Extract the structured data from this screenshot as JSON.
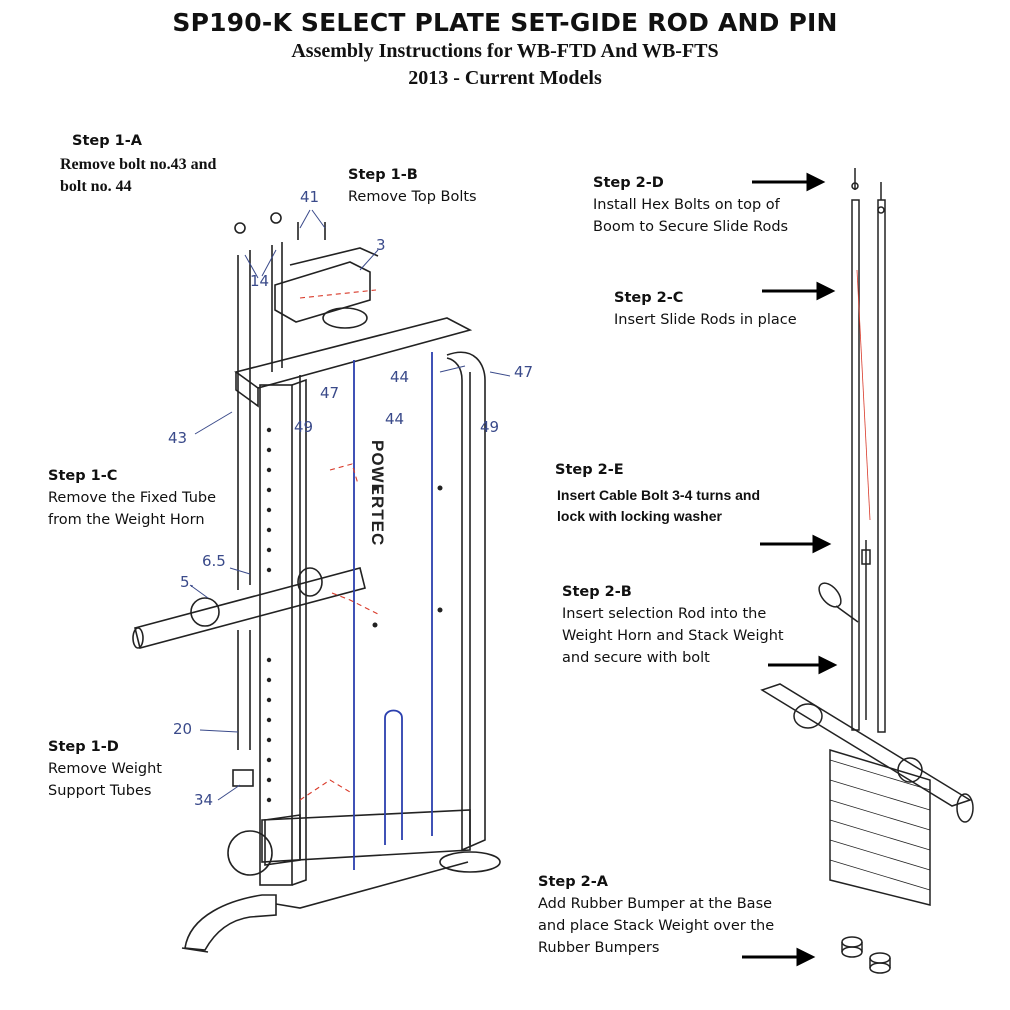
{
  "header": {
    "title": "SP190-K SELECT PLATE SET-GIDE ROD AND PIN",
    "subtitle": "Assembly Instructions for WB-FTD And WB-FTS",
    "models": "2013 - Current Models"
  },
  "steps": {
    "s1a": {
      "head": "Step 1-A",
      "line1": "Remove bolt no.43 and",
      "line2": "bolt no. 44"
    },
    "s1b": {
      "head": "Step 1-B",
      "line1": "Remove Top Bolts"
    },
    "s1c": {
      "head": "Step 1-C",
      "line1": "Remove the Fixed Tube",
      "line2": "from the Weight Horn"
    },
    "s1d": {
      "head": "Step 1-D",
      "line1": "Remove Weight",
      "line2": "Support Tubes"
    },
    "s2d": {
      "head": "Step 2-D",
      "line1": "Install Hex Bolts on top of",
      "line2": "Boom to Secure Slide Rods"
    },
    "s2c": {
      "head": "Step 2-C",
      "line1": "Insert Slide Rods in place"
    },
    "s2e": {
      "head": "Step 2-E",
      "line1": "Insert Cable Bolt 3-4 turns and",
      "line2": "lock with locking washer"
    },
    "s2b": {
      "head": "Step 2-B",
      "line1": "Insert selection Rod into the",
      "line2": "Weight Horn and Stack Weight",
      "line3": "and secure with bolt"
    },
    "s2a": {
      "head": "Step 2-A",
      "line1": "Add Rubber Bumper at the Base",
      "line2": "and place Stack Weight over the",
      "line3": "Rubber Bumpers"
    }
  },
  "part_numbers": {
    "p41": "41",
    "p3": "3",
    "p14": "14",
    "p47a": "47",
    "p47b": "47",
    "p44a": "44",
    "p44b": "44",
    "p49a": "49",
    "p49b": "49",
    "p43": "43",
    "p65": "6.5",
    "p5": "5.",
    "p20": "20",
    "p34": "34"
  },
  "brand": "POWERTEC",
  "colors": {
    "text": "#111111",
    "part_number": "#3a4a8a",
    "rod_highlight": "#2b3fae",
    "cable": "#d93a2a"
  }
}
